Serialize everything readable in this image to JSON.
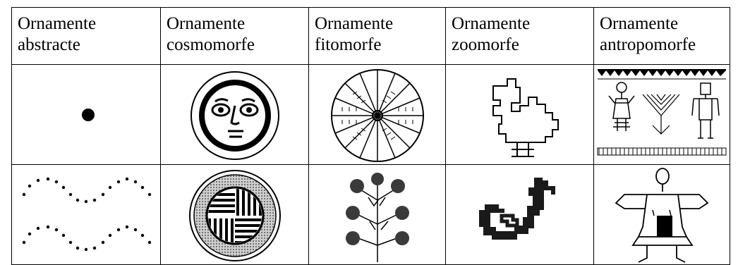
{
  "table": {
    "columns": [
      {
        "line1": "Ornamente",
        "line2": "abstracte"
      },
      {
        "line1": "Ornamente",
        "line2": "cosmomorfe"
      },
      {
        "line1": "Ornamente",
        "line2": "fitomorfe"
      },
      {
        "line1": "Ornamente",
        "line2": "zoomorfe"
      },
      {
        "line1": "Ornamente",
        "line2": "antropomorfe"
      }
    ]
  }
}
